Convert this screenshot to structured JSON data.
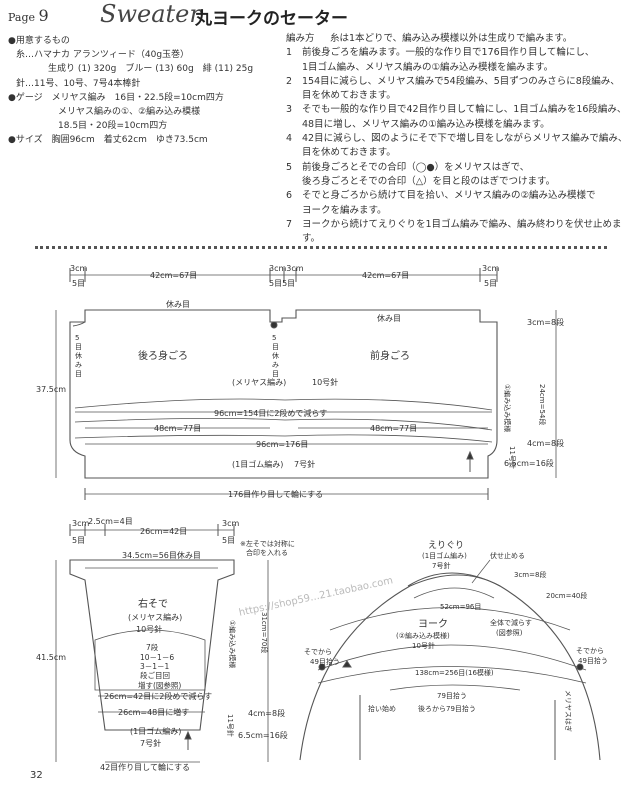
{
  "header": {
    "page_label": "Page",
    "page_no": "9",
    "script_title": "Sweater",
    "title": "丸ヨークのセーター"
  },
  "materials": [
    "●用意するもの",
    "糸…ハマナカ アランツィード（40g玉巻）",
    "生成り (1) 320g　ブルー (13) 60g　緋 (11) 25g",
    "針…11号、10号、7号4本棒針",
    "●ゲージ　メリヤス編み　16目・22.5段=10cm四方",
    "メリヤス編みの①、②編み込み模様",
    "18.5目・20段=10cm四方",
    "●サイズ　胸囲96cm　着丈62cm　ゆき73.5cm"
  ],
  "instructions": {
    "heading": "編み方",
    "intro": "糸は1本どりで、編み込み模様以外は生成りで編みます。",
    "steps": [
      {
        "n": "1",
        "lines": [
          "前後身ごろを編みます。一般的な作り目で176目作り目して輪にし、",
          "1目ゴム編み、メリヤス編みの①編み込み模様を編みます。"
        ]
      },
      {
        "n": "2",
        "lines": [
          "154目に減らし、メリヤス編みで54段編み、5目ずつのみさらに8段編み、",
          "目を休めておきます。"
        ]
      },
      {
        "n": "3",
        "lines": [
          "そでも一般的な作り目で42目作り目して輪にし、1目ゴム編みを16段編み、",
          "48目に増し、メリヤス編みの①編み込み模様を編みます。"
        ]
      },
      {
        "n": "4",
        "lines": [
          "42目に減らし、図のようにそで下で増し目をしながらメリヤス編みで編み、",
          "目を休めておきます。"
        ]
      },
      {
        "n": "5",
        "lines": [
          "前後身ごろとそでの合印（◯●）をメリヤスはぎで、",
          "後ろ身ごろとそでの合印（△）を目と段のはぎでつけます。"
        ]
      },
      {
        "n": "6",
        "lines": [
          "そでと身ごろから続けて目を拾い、メリヤス編みの②編み込み模様で",
          "ヨークを編みます。"
        ]
      },
      {
        "n": "7",
        "lines": [
          "ヨークから続けてえりぐりを1目ゴム編みで編み、編み終わりを伏せ止めます。"
        ]
      }
    ]
  },
  "body_diagram": {
    "top_dims": [
      "3cm",
      "5目",
      "42cm=67目",
      "3cm3cm",
      "5目5目",
      "42cm=67目",
      "3cm",
      "5目"
    ],
    "rest_back": "休み目",
    "rest_front": "休み目",
    "side_rest": "5目休み目",
    "back_label": "後ろ身ごろ",
    "front_label": "前身ごろ",
    "stitch": "(メリヤス編み)",
    "needle": "10号針",
    "decrease": "96cm=154目に2段めで減らす",
    "w48a": "48cm=77目",
    "w48b": "48cm=77目",
    "w96": "96cm=176目",
    "rib": "(1目ゴム編み)",
    "rib_needle": "7号針",
    "cast_on": "176目作り目して輪にする",
    "height": "37.5cm",
    "r_3cm": "3cm=8段",
    "r_24cm": "24cm=54段",
    "r_pattern": "①編み込み模様",
    "r_4cm": "4cm=8段",
    "r_65": "6.5cm=16段",
    "r_11": "11号針"
  },
  "sleeve_diagram": {
    "top": [
      "3cm",
      "5目",
      "2.5cm=4目",
      "26cm=42目",
      "3cm",
      "5目"
    ],
    "rest": "34.5cm=56目休み目",
    "label": "右そで",
    "stitch": "(メリヤス編み)",
    "needle": "10号針",
    "inc": [
      "7段",
      "10－1－6",
      "3－1－1",
      "段ご目回",
      "増す(図参照)"
    ],
    "dec": "26cm=42目に2段めで減らす",
    "inc2": "26cm=48目に増す",
    "rib": "(1目ゴム編み)",
    "rib_needle": "7号針",
    "cast_on": "42目作り目して輪にする",
    "height": "41.5cm",
    "r_31": "31cm=70段",
    "r_pattern": "①編み込み模様",
    "r_4cm": "4cm=8段",
    "r_65": "6.5cm=16段",
    "r_11": "11号針",
    "note": [
      "※左そでは対称に",
      "合印を入れる"
    ]
  },
  "yoke_diagram": {
    "collar": "えりぐり",
    "collar_stitch": "(1目ゴム編み)",
    "collar_needle": "7号針",
    "bind_off": "伏せ止める",
    "r_3cm": "3cm=8段",
    "r_20": "20cm=40段",
    "w52": "52cm=96目",
    "yoke": "ヨーク",
    "yoke_stitch": "(②編み込み模様)",
    "yoke_needle": "10号針",
    "dec": "全体で減らす",
    "dec2": "(図参照)",
    "sleeve_l": [
      "そでから",
      "49目拾う"
    ],
    "sleeve_r": [
      "そでから",
      "49目拾う"
    ],
    "w138": "138cm=256目(16模様)",
    "pickup": "79目拾う",
    "back_pick": "後ろから79目拾う",
    "start": "拾い始め",
    "meriyasu": "メリヤスはぎ"
  },
  "footer": {
    "page_number": "32"
  },
  "watermark": "https://shop59...21.taobao.com"
}
